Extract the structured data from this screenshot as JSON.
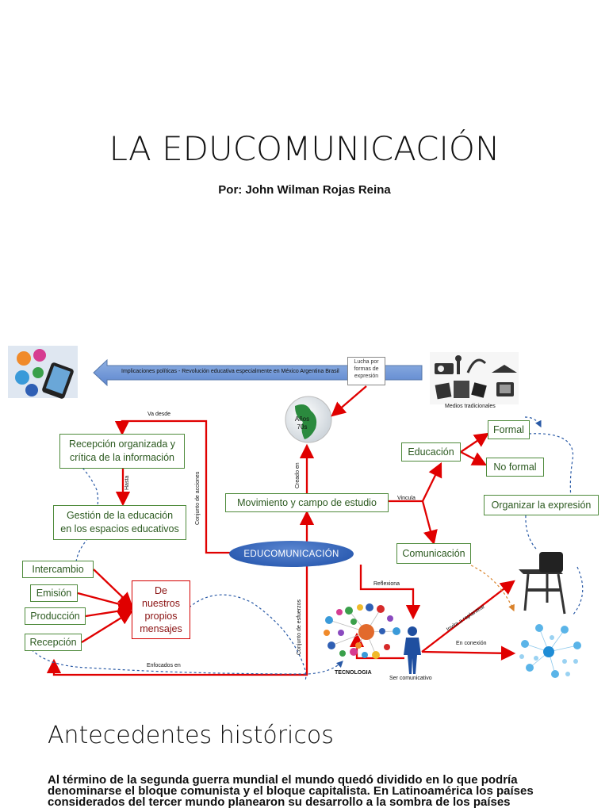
{
  "slide": {
    "title": "LA EDUCOMUNICACIÓN",
    "subtitle": "Por: John Wilman Rojas Reina"
  },
  "diagram": {
    "center": "EDUCOMUNICACIÓN",
    "banner": "Implicaciones políticas - Revolución educativa  especialmente en México  Argentina  Brasil",
    "lucha": [
      "Lucha por",
      "formas de",
      "expresión"
    ],
    "globe": [
      "Años",
      "70s"
    ],
    "medios_label": "Medios tradicionales",
    "nodes": {
      "recepcion_organizada": [
        "Recepción organizada y",
        "crítica de la información"
      ],
      "gestion": [
        "Gestión de la educación",
        "en los espacios educativos"
      ],
      "movimiento": "Movimiento y campo de estudio",
      "educacion": "Educación",
      "formal": "Formal",
      "no_formal": "No formal",
      "organizar": "Organizar la expresión",
      "comunicacion": "Comunicación",
      "intercambio": "Intercambio",
      "emision": "Emisión",
      "produccion": "Producción",
      "recepcion": "Recepción",
      "mensajes": [
        "De",
        "nuestros",
        "propios",
        "mensajes"
      ]
    },
    "labels": {
      "va_desde": "Va desde",
      "hasta": "Hasta",
      "conjunto_acciones": "Conjunto de acciones",
      "creado_en": "Creado en",
      "vincula": "Vincula",
      "reflexiona": "Reflexiona",
      "conjunto_esfuerzos": "Conjunto de esfuerzos",
      "enfocados": "Enfocados en",
      "invita": "Invita a replantear",
      "en_conexion": "En conexión",
      "tecnologia": "TECNOLOGIA",
      "ser_comunicativo": "Ser comunicativo"
    },
    "colors": {
      "arrow_red": "#e00000",
      "node_green": "#4e8a3b",
      "ellipse_blue": "#2f5fb4",
      "dash_blue": "#2a5aa6",
      "dash_orange": "#d9822b"
    }
  },
  "section": {
    "heading": "Antecedentes históricos",
    "paragraph_lines": [
      "Al término de la segunda guerra mundial el mundo quedó dividido en lo que podría",
      "denominarse el bloque comunista y el bloque capitalista. En Latinoamérica los países",
      "considerados del tercer mundo planearon su desarrollo a la sombra de los países"
    ]
  }
}
